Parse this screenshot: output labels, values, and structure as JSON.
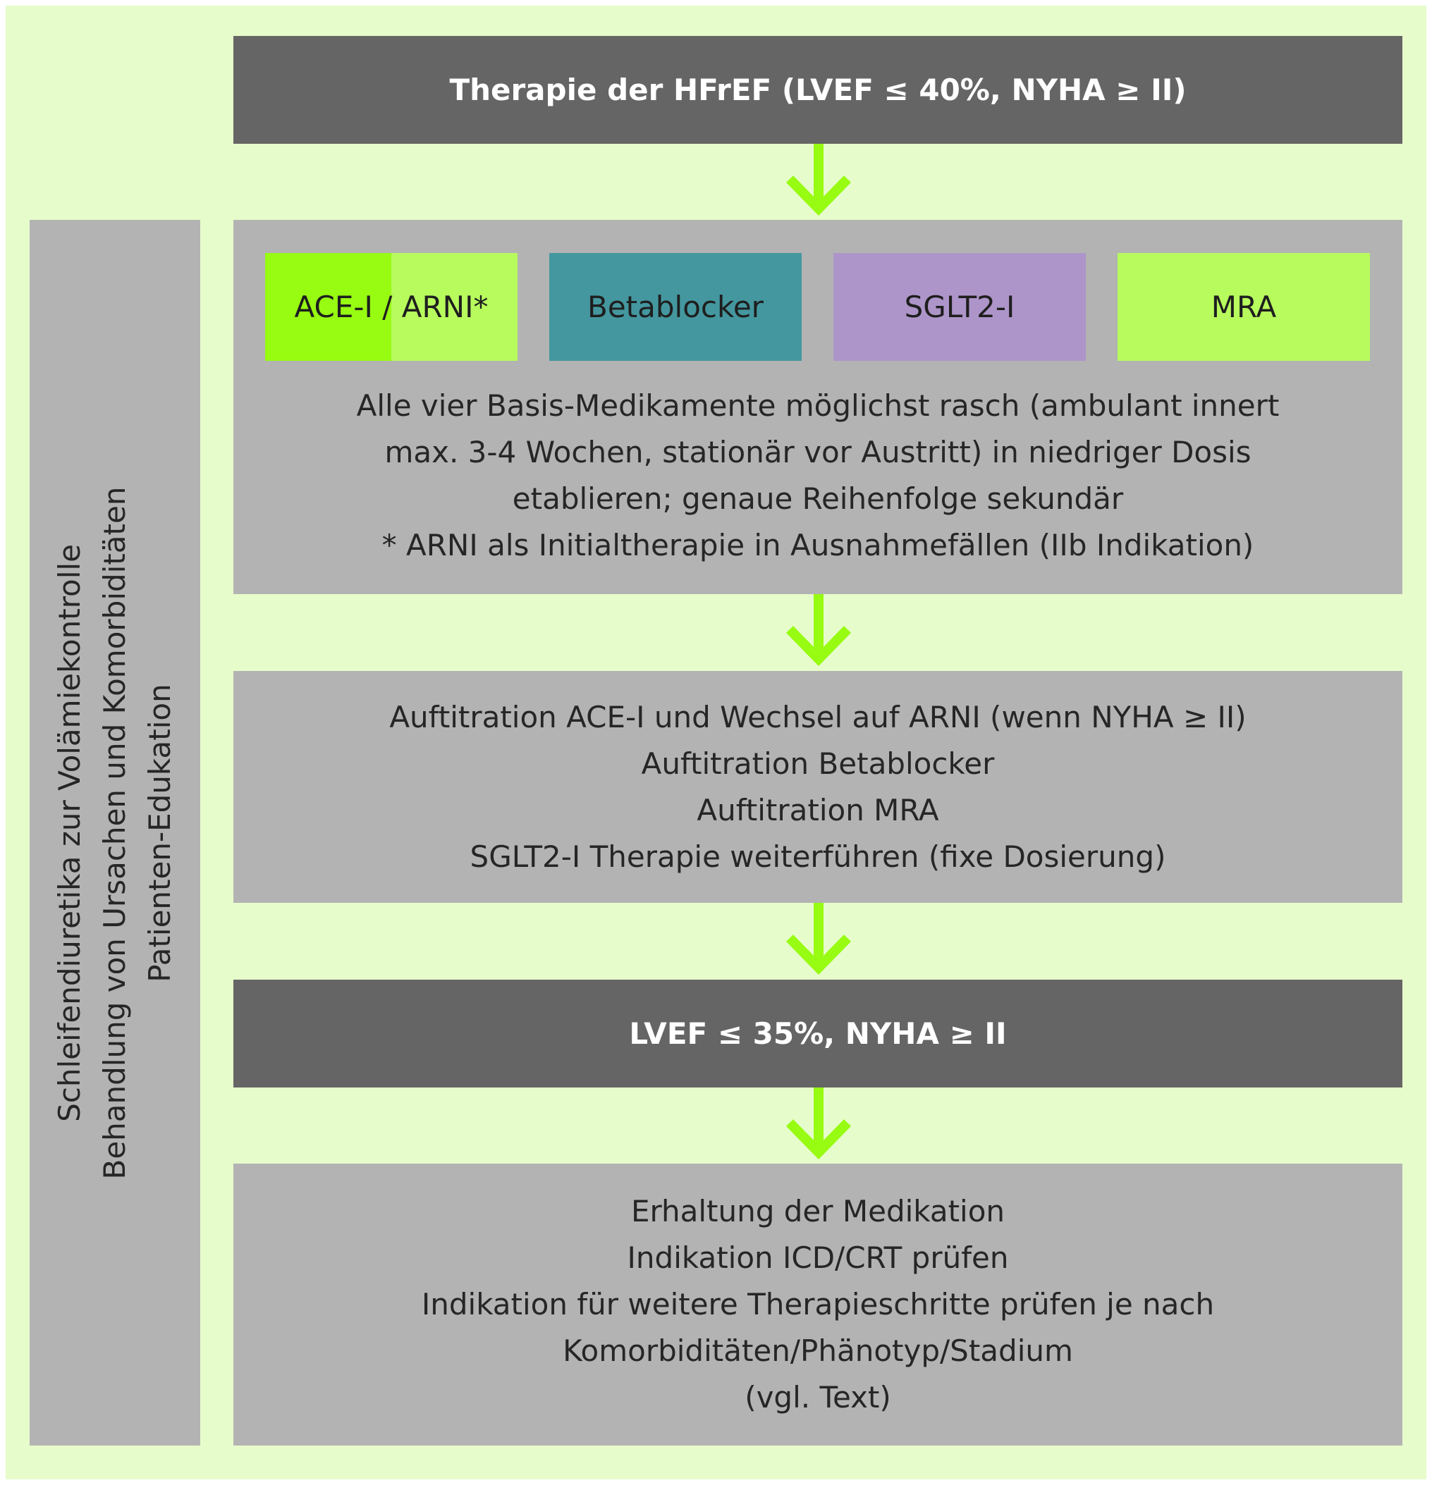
{
  "header": {
    "title": "Therapie der HFrEF (LVEF ≤ 40%, NYHA ≥ II)"
  },
  "side_panel": {
    "lines": [
      "Schleifendiuretika zur Volämiekontrolle",
      "Behandlung von Ursachen und Komorbiditäten",
      "Patienten-Edukation"
    ]
  },
  "step1": {
    "drugs": [
      {
        "label": "ACE-I / ARNI*",
        "color": "#97fb12",
        "color2": "#b7fb5d"
      },
      {
        "label": "Betablocker",
        "color": "#44979f"
      },
      {
        "label": "SGLT2-I",
        "color": "#ad95c9"
      },
      {
        "label": "MRA",
        "color": "#b7fb5d"
      }
    ],
    "lines": [
      "Alle vier Basis-Medikamente möglichst rasch (ambulant innert",
      "max. 3-4 Wochen, stationär vor Austritt) in niedriger Dosis",
      "etablieren; genaue Reihenfolge sekundär",
      "* ARNI als Initialtherapie in Ausnahmefällen (IIb Indikation)"
    ]
  },
  "step2": {
    "lines": [
      "Auftitration ACE-I und Wechsel auf ARNI (wenn NYHA ≥ II)",
      "Auftitration Betablocker",
      "Auftitration MRA",
      "SGLT2-I Therapie weiterführen (fixe Dosierung)"
    ]
  },
  "step3": {
    "title": "LVEF ≤ 35%, NYHA ≥ II"
  },
  "step4": {
    "lines": [
      "Erhaltung der Medikation",
      "Indikation ICD/CRT prüfen",
      "Indikation für weitere Therapieschritte prüfen je nach",
      "Komorbiditäten/Phänotyp/Stadium",
      "(vgl. Text)"
    ]
  },
  "colors": {
    "background": "#e7fccb",
    "dark_box": "#656565",
    "grey_box": "#b3b3b3",
    "arrow": "#97fb12"
  }
}
